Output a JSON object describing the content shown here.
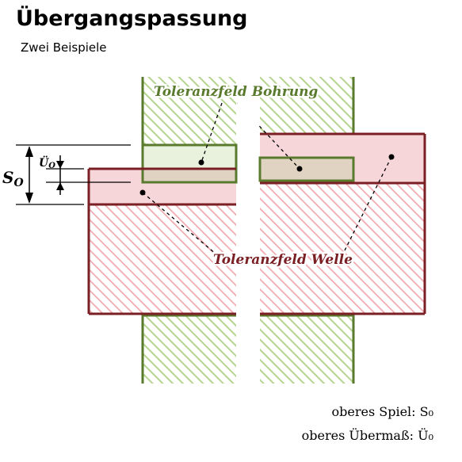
{
  "title": "Übergangspassung",
  "subtitle": "Zwei Beispiele",
  "labels": {
    "bore_tolerance": "Toleranzfeld Bohrung",
    "shaft_tolerance": "Toleranzfeld Welle",
    "clearance_symbol": "S",
    "clearance_sub": "O",
    "interference_symbol": "Ü",
    "interference_sub": "O"
  },
  "legend": {
    "clearance_text": "oberes Spiel: S₀",
    "interference_text": "oberes Übermaß: Ü₀"
  },
  "colors": {
    "bore": "#5a7a2e",
    "bore_hatch": "#b5d48f",
    "bore_fill": "#e9f2dc",
    "shaft": "#7a1f24",
    "shaft_hatch": "#f0aab0",
    "shaft_fill": "#f6d6d8",
    "overlap_fill": "#e0d3c1"
  }
}
